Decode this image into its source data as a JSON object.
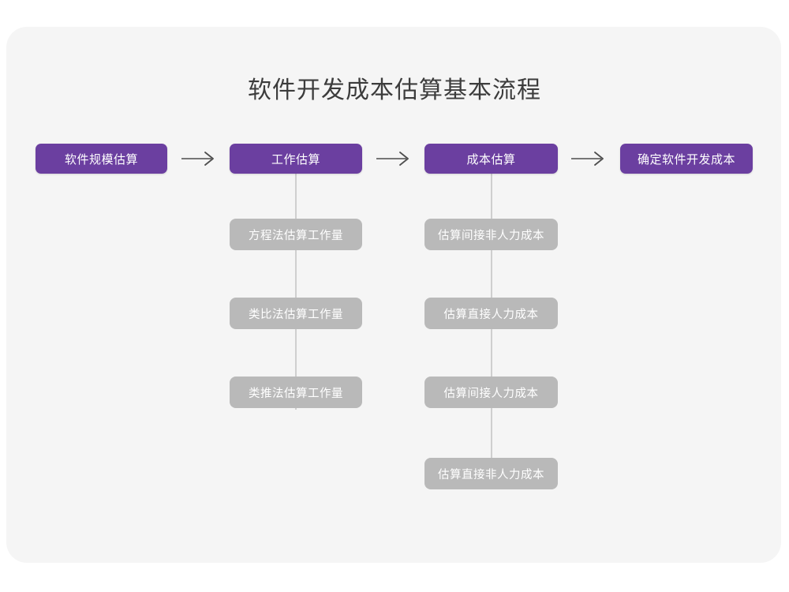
{
  "page": {
    "background": "#ffffff",
    "panel_color": "#f5f5f5",
    "title": "软件开发成本估算基本流程",
    "title_color": "#3c3c3c",
    "accent_color": "#6b3fa0",
    "sub_color": "#b9b9b9",
    "connector_color": "#cfcfcf",
    "arrow_color": "#4d4d4d"
  },
  "chart_data": {
    "type": "diagram",
    "title": "软件开发成本估算基本流程",
    "orientation": "left-to-right main flow with vertical sub-branches",
    "stages": [
      {
        "id": "stage-1",
        "label": "软件规模估算",
        "children": []
      },
      {
        "id": "stage-2",
        "label": "工作估算",
        "children": [
          "方程法估算工作量",
          "类比法估算工作量",
          "类推法估算工作量"
        ]
      },
      {
        "id": "stage-3",
        "label": "成本估算",
        "children": [
          "估算间接非人力成本",
          "估算直接人力成本",
          "估算间接人力成本",
          "估算直接非人力成本"
        ]
      },
      {
        "id": "stage-4",
        "label": "确定软件开发成本",
        "children": []
      }
    ],
    "connectors": [
      {
        "from": "stage-1",
        "to": "stage-2",
        "type": "arrow"
      },
      {
        "from": "stage-2",
        "to": "stage-3",
        "type": "arrow"
      },
      {
        "from": "stage-3",
        "to": "stage-4",
        "type": "arrow"
      }
    ]
  },
  "flow": {
    "stage1": {
      "label": "软件规模估算"
    },
    "stage2": {
      "label": "工作估算",
      "sub": [
        {
          "label": "方程法估算工作量"
        },
        {
          "label": "类比法估算工作量"
        },
        {
          "label": "类推法估算工作量"
        }
      ]
    },
    "stage3": {
      "label": "成本估算",
      "sub": [
        {
          "label": "估算间接非人力成本"
        },
        {
          "label": "估算直接人力成本"
        },
        {
          "label": "估算间接人力成本"
        },
        {
          "label": "估算直接非人力成本"
        }
      ]
    },
    "stage4": {
      "label": "确定软件开发成本"
    },
    "arrows": [
      {
        "name": "arrow-stage1-to-stage2"
      },
      {
        "name": "arrow-stage2-to-stage3"
      },
      {
        "name": "arrow-stage3-to-stage4"
      }
    ]
  }
}
